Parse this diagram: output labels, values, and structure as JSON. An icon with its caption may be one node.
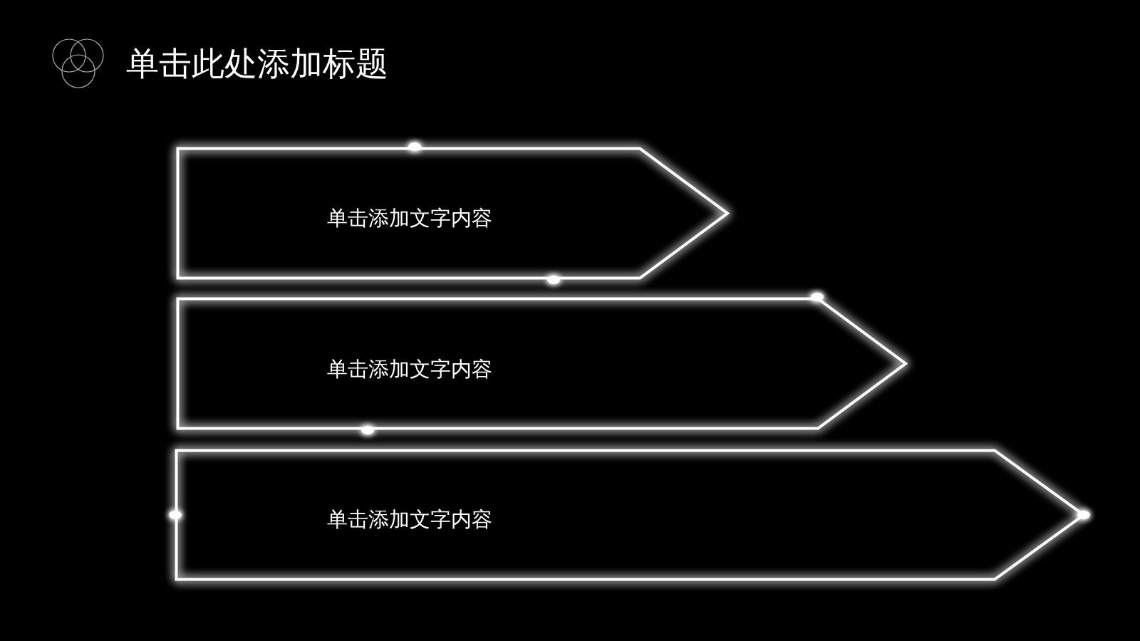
{
  "diagram": {
    "title": "单击此处添加标题",
    "nodes": [
      {
        "text": [
          "单击添加文字内容"
        ]
      },
      {
        "text": [
          "单击添加文字内容"
        ]
      },
      {
        "text": [
          "单击添加文字内容"
        ]
      }
    ]
  }
}
